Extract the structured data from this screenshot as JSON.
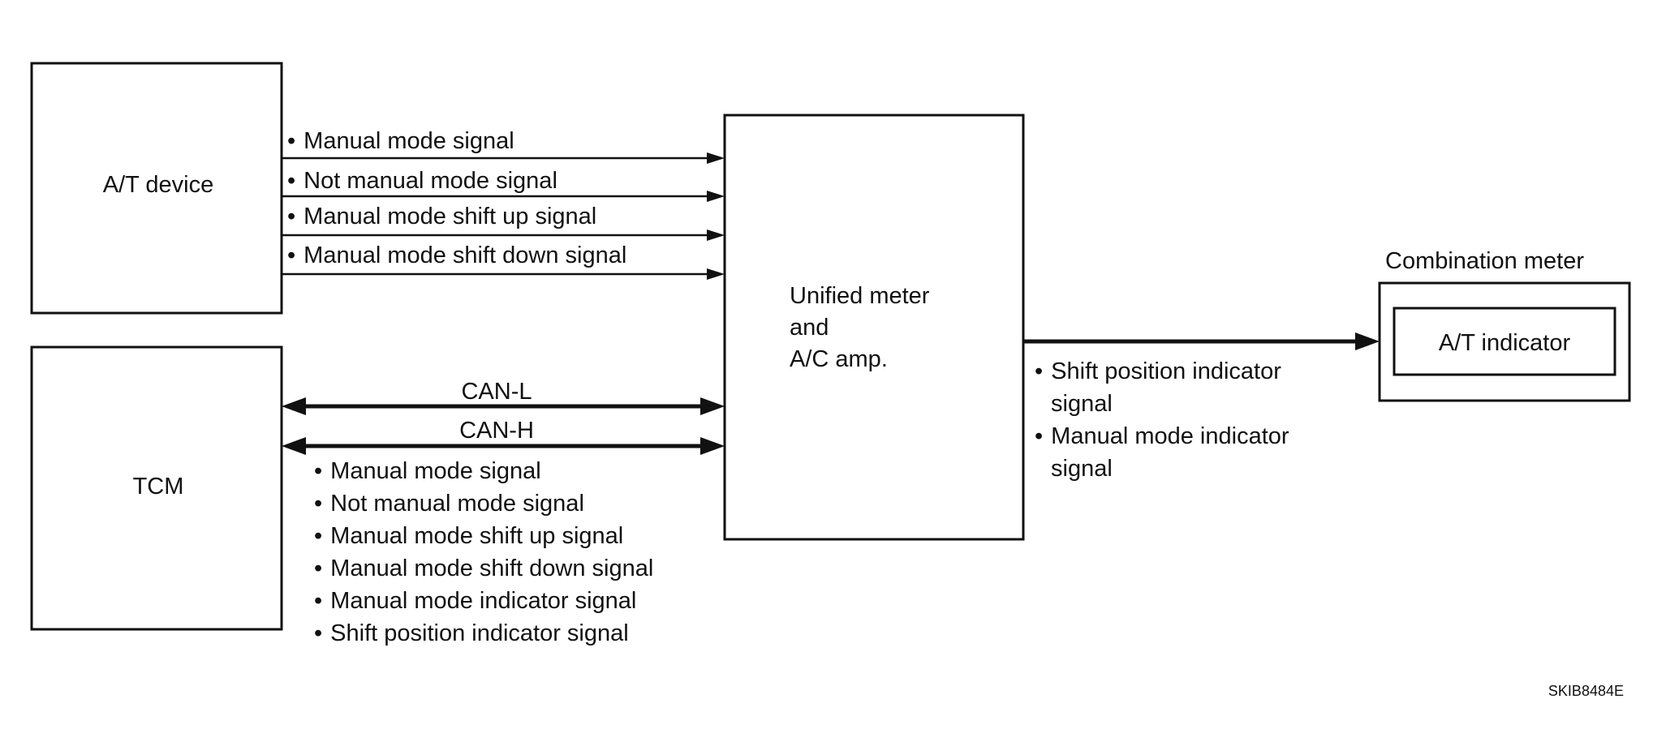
{
  "blocks": {
    "at_device": "A/T device",
    "tcm": "TCM",
    "unified_meter": [
      "Unified meter",
      "and",
      "A/C amp."
    ],
    "combination_meter": "Combination meter",
    "at_indicator": "A/T indicator"
  },
  "at_device_signals": [
    "Manual mode signal",
    "Not manual mode signal",
    "Manual mode shift up signal",
    "Manual mode shift down signal"
  ],
  "can_lines": [
    "CAN-L",
    "CAN-H"
  ],
  "tcm_signals": [
    "Manual mode signal",
    "Not manual mode signal",
    "Manual mode shift up signal",
    "Manual mode shift down signal",
    "Manual mode indicator signal",
    "Shift position indicator signal"
  ],
  "meter_output_signals": [
    [
      "Shift position indicator",
      "signal"
    ],
    [
      "Manual mode indicator",
      "signal"
    ]
  ],
  "bullet": "•",
  "figure_code": "SKIB8484E"
}
